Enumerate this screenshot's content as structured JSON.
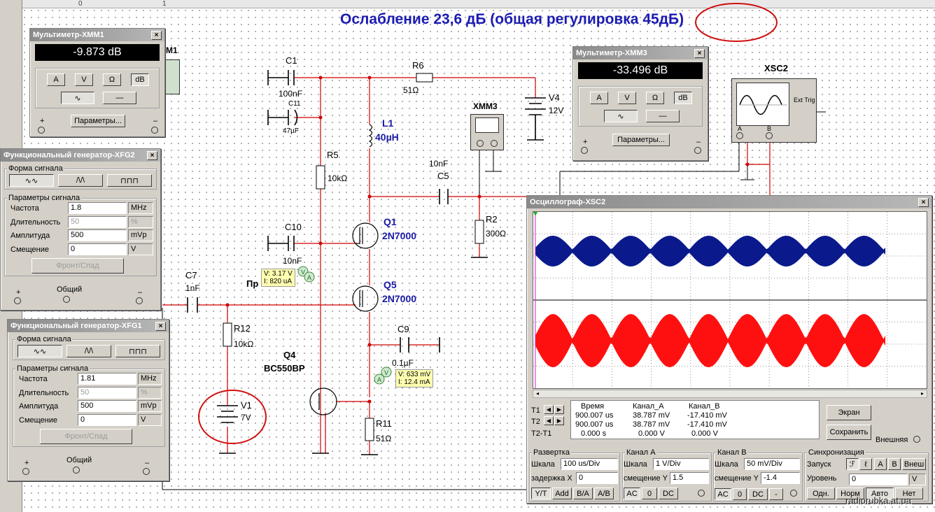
{
  "headline": "Ослабление 23,6 дБ  (общая регулировка 45дБ)",
  "colors": {
    "accent_blue": "#1b1bb3",
    "wire_red": "#d00000",
    "ch_a": "#0a1a8c",
    "ch_b": "#ff1010",
    "annotation_red": "#d01010"
  },
  "ruler": {
    "marks": [
      "0",
      "1"
    ]
  },
  "mm1": {
    "title": "Мультиметр-XMM1",
    "reading": "-9.873 dB",
    "modes": [
      "A",
      "V",
      "Ω",
      "dB"
    ],
    "params_btn": "Параметры...",
    "plus": "+",
    "minus": "–",
    "side_label": "M1"
  },
  "mm3": {
    "title": "Мультиметр-XMM3",
    "reading": "-33.496 dB",
    "modes": [
      "A",
      "V",
      "Ω",
      "dB"
    ],
    "params_btn": "Параметры...",
    "plus": "+",
    "minus": "–"
  },
  "gen2": {
    "title": "Функциональный генератор-XFG2",
    "waveform_group": "Форма сигнала",
    "params_group": "Параметры сигнала",
    "rows": [
      {
        "label": "Частота",
        "value": "1.8",
        "unit": "MHz"
      },
      {
        "label": "Длительность",
        "value": "50",
        "unit": "%"
      },
      {
        "label": "Амплитуда",
        "value": "500",
        "unit": "mVp"
      },
      {
        "label": "Смещение",
        "value": "0",
        "unit": "V"
      }
    ],
    "edge_btn": "Фронт/Спад",
    "plus": "+",
    "common": "Общий",
    "minus": "–"
  },
  "gen1": {
    "title": "Функциональный генератор-XFG1",
    "waveform_group": "Форма сигнала",
    "params_group": "Параметры сигнала",
    "rows": [
      {
        "label": "Частота",
        "value": "1.81",
        "unit": "MHz"
      },
      {
        "label": "Длительность",
        "value": "50",
        "unit": "%"
      },
      {
        "label": "Амплитуда",
        "value": "500",
        "unit": "mVp"
      },
      {
        "label": "Смещение",
        "value": "0",
        "unit": "V"
      }
    ],
    "edge_btn": "Фронт/Спад",
    "plus": "+",
    "common": "Общий",
    "minus": "–"
  },
  "scope": {
    "title": "Осциллограф-XSC2",
    "cursor_table": {
      "headers": [
        "Время",
        "Канал_A",
        "Канал_B"
      ],
      "rows": [
        {
          "name": "T1",
          "time": "900.007 us",
          "a": "38.787 mV",
          "b": "-17.410 mV"
        },
        {
          "name": "T2",
          "time": "900.007 us",
          "a": "38.787 mV",
          "b": "-17.410 mV"
        },
        {
          "name": "T2-T1",
          "time": "0.000 s",
          "a": "0.000 V",
          "b": "0.000 V"
        }
      ]
    },
    "screen_btn": "Экран",
    "save_btn": "Сохранить",
    "external": "Внешняя",
    "timebase": {
      "group": "Развертка",
      "scale_label": "Шкала",
      "scale": "100 us/Div",
      "delay_label": "задержка X",
      "delay": "0",
      "buttons": [
        "Y/T",
        "Add",
        "B/A",
        "A/B"
      ]
    },
    "ch_a": {
      "group": "Канал А",
      "scale_label": "Шкала",
      "scale": "1  V/Div",
      "offset_label": "смещение Y",
      "offset": "1.5",
      "buttons": [
        "AC",
        "0",
        "DC"
      ]
    },
    "ch_b": {
      "group": "Канал B",
      "scale_label": "Шкала",
      "scale": "50 mV/Div",
      "offset_label": "смещение Y",
      "offset": "-1.4",
      "buttons": [
        "AC",
        "0",
        "DC",
        "-"
      ]
    },
    "trigger": {
      "group": "Синхронизация",
      "start_label": "Запуск",
      "level_label": "Уровень",
      "level": "0",
      "level_unit": "V",
      "edge_buttons": [
        "ℱ",
        "ℓ",
        "A",
        "B",
        "Внеш"
      ],
      "mode_buttons": [
        "Одн.",
        "Норм",
        "Авто",
        "Нет"
      ]
    }
  },
  "xsc2_icon": {
    "label": "XSC2",
    "ext_trig": "Ext Trig",
    "a": "A",
    "b": "B"
  },
  "xmm3_icon": {
    "label": "XMM3"
  },
  "components": {
    "c1": {
      "name": "C1",
      "value": "100nF"
    },
    "c11": {
      "name": "C11",
      "value": "47µF"
    },
    "r6": {
      "name": "R6",
      "value": "51Ω"
    },
    "v4": {
      "name": "V4",
      "value": "12V"
    },
    "l1": {
      "name": "L1",
      "value": "40µH"
    },
    "r5": {
      "name": "R5",
      "value": "10kΩ"
    },
    "c5": {
      "name": "C5",
      "value": "10nF"
    },
    "r2": {
      "name": "R2",
      "value": "300Ω"
    },
    "c10": {
      "name": "C10",
      "value": "10nF"
    },
    "q1": {
      "name": "Q1",
      "value": "2N7000"
    },
    "q5": {
      "name": "Q5",
      "value": "2N7000"
    },
    "c7": {
      "name": "C7",
      "value": "1nF"
    },
    "r12": {
      "name": "R12",
      "value": "10kΩ"
    },
    "c9": {
      "name": "C9",
      "value": "0.1µF"
    },
    "q4": {
      "name": "Q4",
      "value": "BC550BP"
    },
    "r11": {
      "name": "R11",
      "value": "51Ω"
    },
    "v1": {
      "name": "V1",
      "value": "7V"
    }
  },
  "probes": {
    "p1": {
      "v": "V: 3.17 V",
      "i": "I: 820 uA",
      "prefix": "Пр"
    },
    "p2": {
      "v": "V: 633 mV",
      "i": "I: 12.4 mA"
    }
  },
  "watermark": "radiorubka.at.ua"
}
